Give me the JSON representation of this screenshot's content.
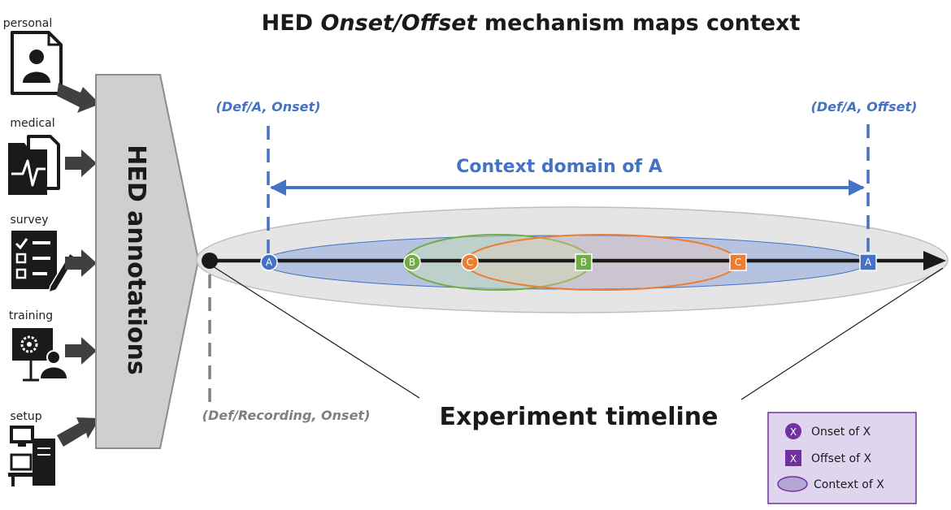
{
  "title": {
    "prefix": "HED ",
    "emphasis": "Onset/Offset",
    "suffix": " mechanism maps context"
  },
  "sources": [
    {
      "label": "personal",
      "icon": "personal-icon"
    },
    {
      "label": "medical",
      "icon": "medical-icon"
    },
    {
      "label": "survey",
      "icon": "survey-icon"
    },
    {
      "label": "training",
      "icon": "training-icon"
    },
    {
      "label": "setup",
      "icon": "setup-icon"
    }
  ],
  "hed_annotations_label": "HED annotations",
  "annotations": {
    "a_onset": "(Def/A, Onset)",
    "a_offset": "(Def/A, Offset)",
    "recording_onset": "(Def/Recording, Onset)"
  },
  "context_domain_label": "Context domain of A",
  "timeline_label": "Experiment timeline",
  "markers": [
    {
      "letter": "A",
      "kind": "onset",
      "color": "#4472C4"
    },
    {
      "letter": "B",
      "kind": "onset",
      "color": "#70AD47"
    },
    {
      "letter": "C",
      "kind": "onset",
      "color": "#ED7D31"
    },
    {
      "letter": "B",
      "kind": "offset",
      "color": "#70AD47"
    },
    {
      "letter": "C",
      "kind": "offset",
      "color": "#ED7D31"
    },
    {
      "letter": "A",
      "kind": "offset",
      "color": "#4472C4"
    }
  ],
  "legend": {
    "onset": {
      "symbol": "X",
      "label": "Onset of X"
    },
    "offset": {
      "symbol": "X",
      "label": "Offset of X"
    },
    "context": {
      "label": "Context of X"
    },
    "color": "#7030A0"
  },
  "colors": {
    "blue": "#4472C4",
    "green": "#70AD47",
    "orange": "#ED7D31",
    "gray": "#808080",
    "purple": "#7030A0"
  }
}
